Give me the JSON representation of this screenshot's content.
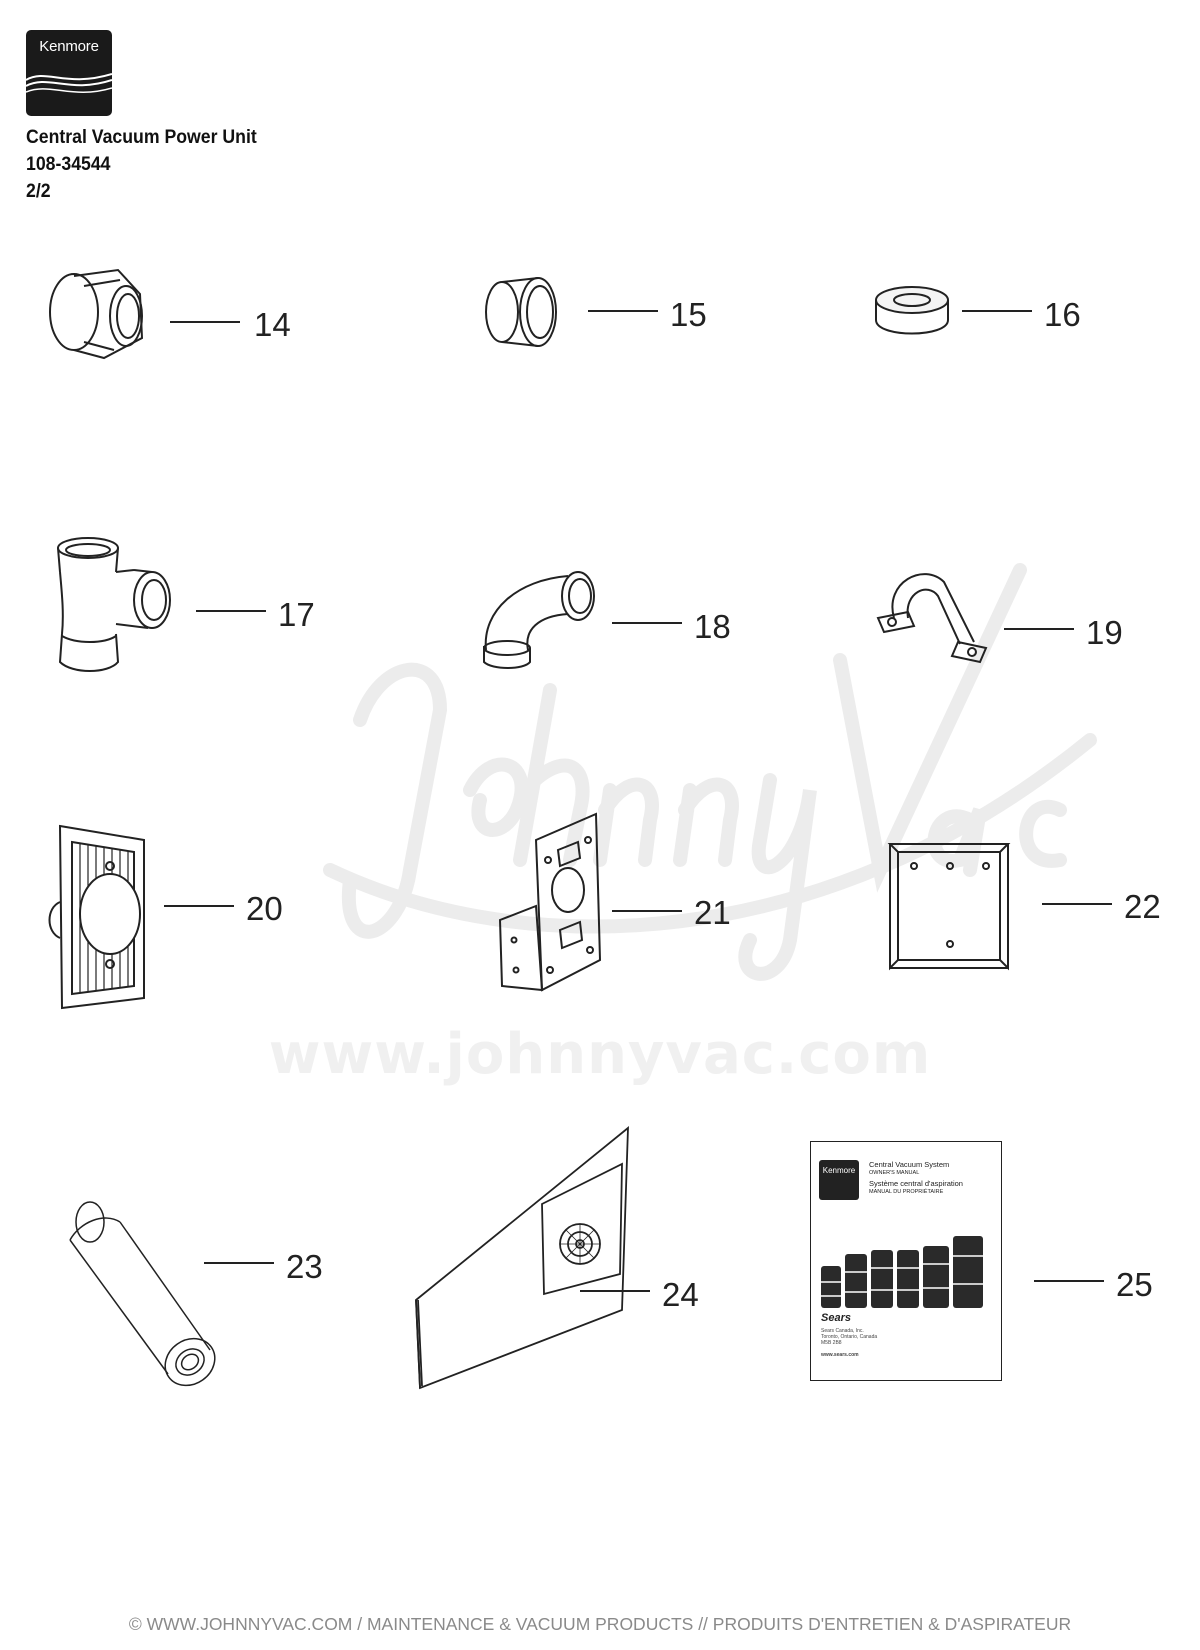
{
  "logo": {
    "brand": "Kenmore"
  },
  "header": {
    "title": "Central Vacuum Power Unit",
    "model": "108-34544",
    "page": "2/2"
  },
  "watermark": {
    "script_text": "JohnnyVac",
    "url": "www.johnnyvac.com"
  },
  "parts": [
    {
      "number": "14",
      "icon": "pipe-adapter-icon"
    },
    {
      "number": "15",
      "icon": "pipe-coupling-icon"
    },
    {
      "number": "16",
      "icon": "tape-roll-icon"
    },
    {
      "number": "17",
      "icon": "tee-fitting-icon"
    },
    {
      "number": "18",
      "icon": "elbow-fitting-icon"
    },
    {
      "number": "19",
      "icon": "pipe-strap-icon"
    },
    {
      "number": "20",
      "icon": "wall-inlet-icon"
    },
    {
      "number": "21",
      "icon": "mounting-plate-icon"
    },
    {
      "number": "22",
      "icon": "wall-bracket-icon"
    },
    {
      "number": "23",
      "icon": "muffler-icon"
    },
    {
      "number": "24",
      "icon": "filter-bag-icon"
    },
    {
      "number": "25",
      "icon": "owners-manual-icon"
    }
  ],
  "manual_cover": {
    "brand": "Kenmore",
    "lines": [
      "Central Vacuum System",
      "OWNER'S MANUAL",
      "Système central d'aspiration",
      "MANUAL DU PROPRIÉTAIRE"
    ],
    "retailer": "Sears",
    "address": [
      "Sears Canada, Inc.",
      "Toronto, Ontario, Canada",
      "M5B 2B8"
    ],
    "website": "www.sears.com"
  },
  "footer": "© WWW.JOHNNYVAC.COM / MAINTENANCE & VACUUM PRODUCTS  //  PRODUITS D'ENTRETIEN & D'ASPIRATEUR"
}
